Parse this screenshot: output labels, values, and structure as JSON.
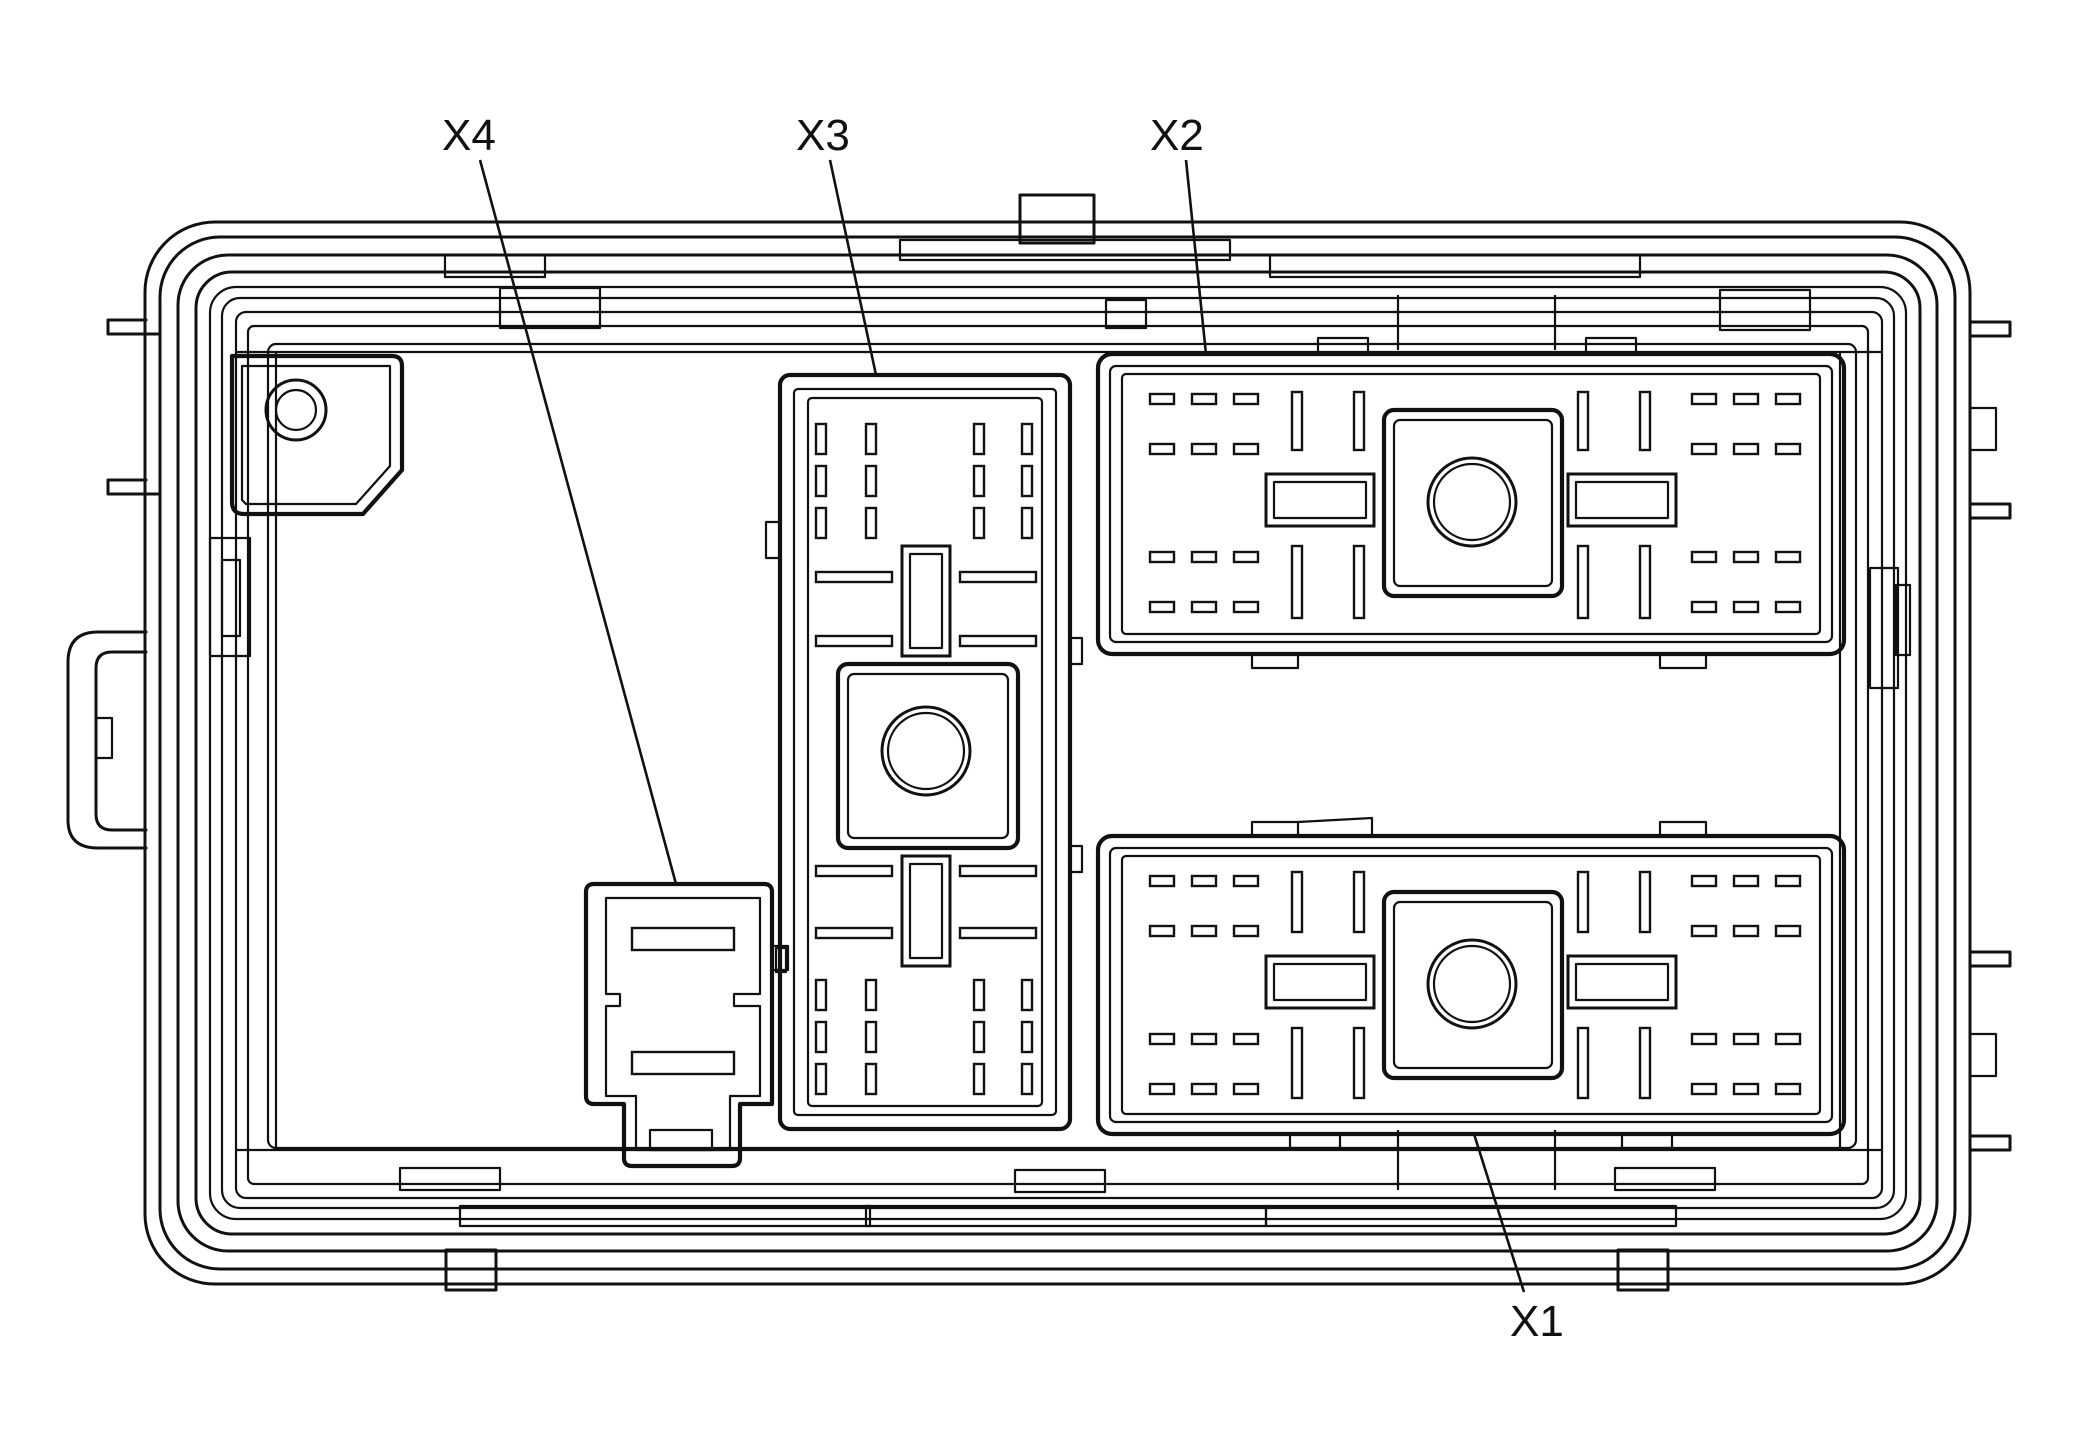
{
  "diagram": {
    "labels": {
      "x1": "X1",
      "x2": "X2",
      "x3": "X3",
      "x4": "X4"
    }
  }
}
